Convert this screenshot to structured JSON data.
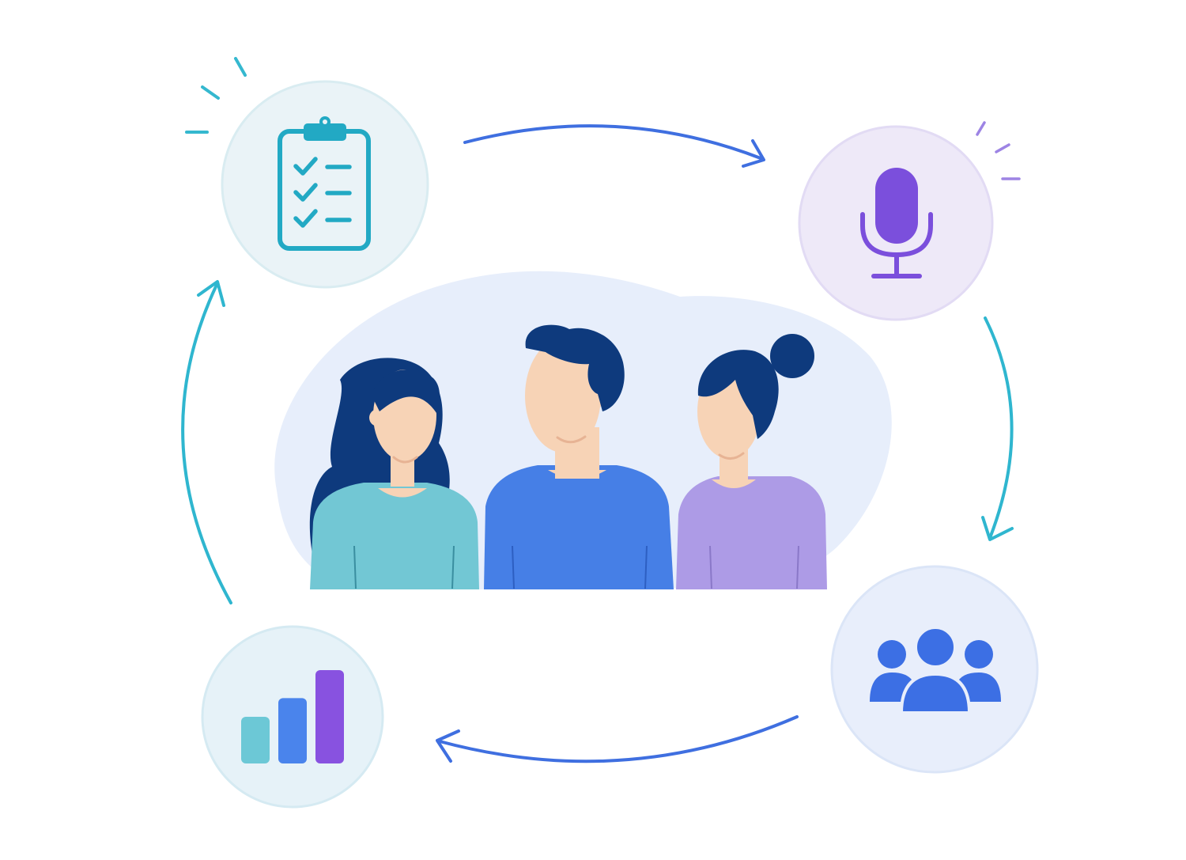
{
  "colors": {
    "background": "#ffffff",
    "blob": "#e7eefb",
    "arrow_blue": "#3f6fe0",
    "arrow_teal": "#2fb6cf",
    "circle_clipboard_fill": "#eaf3f7",
    "circle_mic_fill": "#eee9f8",
    "circle_team_fill": "#e8eefb",
    "circle_chart_fill": "#e6f2f8",
    "clipboard": "#22a9c4",
    "mic": "#7b4fdc",
    "team": "#3c6fe4",
    "bar_teal": "#6cc8d6",
    "bar_blue": "#4a84ec",
    "bar_purple": "#8852e0",
    "hair": "#0e3a7d",
    "skin": "#f7d3b6",
    "shirt_teal": "#72c7d4",
    "shirt_blue": "#467fe6",
    "shirt_purple": "#ad9be6",
    "spark_teal": "#35b8cf",
    "spark_purple": "#9d84e4"
  },
  "icons": {
    "top_left": "clipboard-checklist-icon",
    "top_right": "microphone-icon",
    "bottom_right": "people-group-icon",
    "bottom_left": "bar-chart-icon"
  },
  "chart_icon_levels": [
    0.5,
    0.7,
    1.0
  ]
}
